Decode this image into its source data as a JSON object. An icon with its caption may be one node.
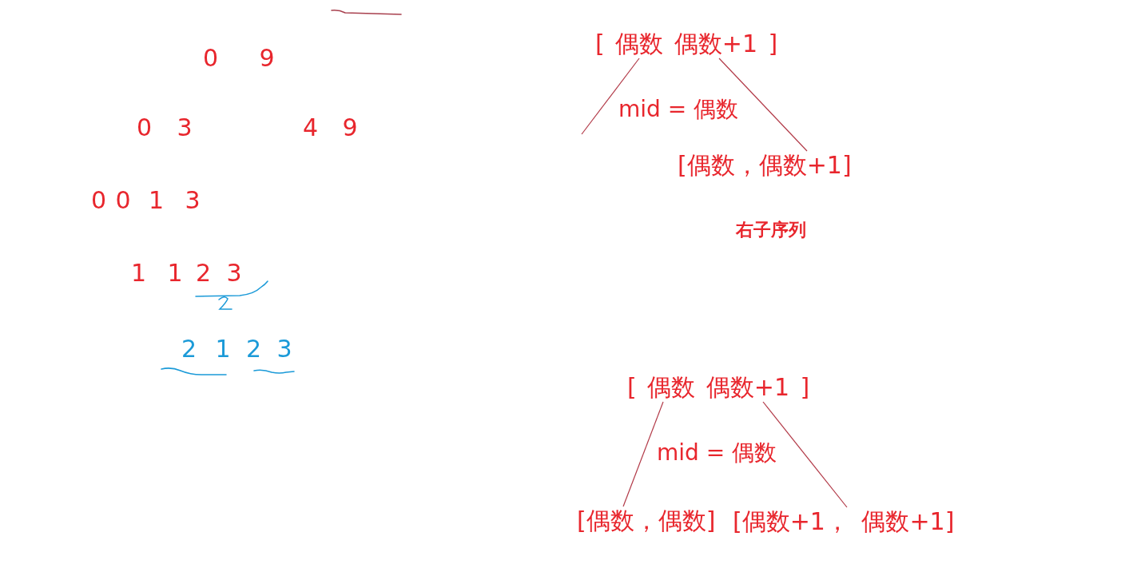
{
  "diagram": {
    "nodes": [
      {
        "text": [
          "[ 偶数 偶数+1 ]"
        ]
      },
      {
        "text": [
          "[偶数，偶数+1]"
        ]
      },
      {
        "text": [
          "[ 偶数 偶数+1 ]"
        ]
      },
      {
        "text": [
          "[偶数，偶数]"
        ]
      },
      {
        "text": [
          "[偶数+1， 偶数+1]"
        ]
      }
    ],
    "edges": [
      {
        "from": 0,
        "to": null,
        "arrow": "none"
      },
      {
        "from": 0,
        "to": 1,
        "arrow": "none"
      },
      {
        "from": 2,
        "to": 3,
        "arrow": "none"
      },
      {
        "from": 2,
        "to": 4,
        "arrow": "none"
      }
    ],
    "labels": [
      "0 9",
      "0 3",
      "4 9",
      "0 0",
      "1 3",
      "1 1",
      "2 3",
      "2 1",
      "2 3",
      "mid = 偶数",
      "右子序列",
      "mid = 偶数"
    ]
  }
}
